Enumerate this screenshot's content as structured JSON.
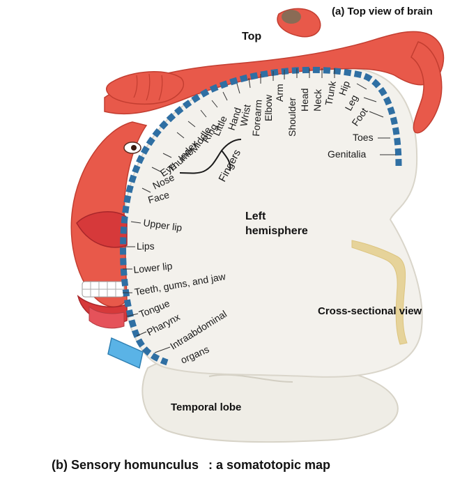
{
  "captions": {
    "top_view": "(a) Top view of brain",
    "bottom_part1": "(b) Sensory homunculus",
    "bottom_part2": ": a somatotopic map"
  },
  "labels": {
    "top": "Top",
    "left_hemisphere_line1": "Left",
    "left_hemisphere_line2": "hemisphere",
    "cross_section": "Cross-sectional view",
    "temporal_lobe": "Temporal lobe",
    "fingers": "Fingers"
  },
  "body_regions": [
    "Genitalia",
    "Toes",
    "Foot",
    "Leg",
    "Hip",
    "Trunk",
    "Neck",
    "Head",
    "Shoulder",
    "Arm",
    "Elbow",
    "Forearm",
    "Wrist",
    "Hand",
    "Little",
    "Ring",
    "Middle",
    "Index",
    "Thumb",
    "Eye",
    "Nose",
    "Face",
    "Upper lip",
    "Lips",
    "Lower lip",
    "Teeth, gums, and jaw",
    "Tongue",
    "Pharynx",
    "Intraabdominal",
    "organs"
  ],
  "colors": {
    "homunculus_skin": "#e8594a",
    "brain_tissue": "#f2f0ea",
    "cortex_strip": "#2f6fa3",
    "ventricle": "#e6d39a"
  }
}
